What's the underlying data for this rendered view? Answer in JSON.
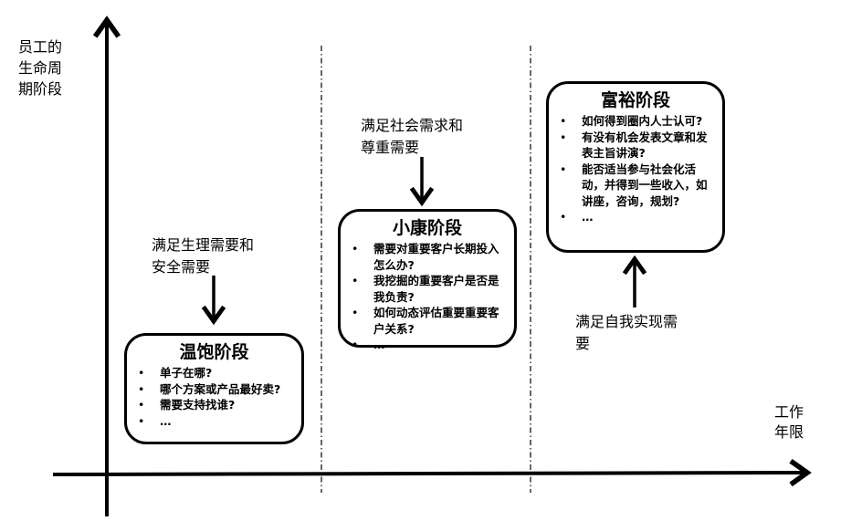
{
  "title": "员工的生命周期阶段与需求",
  "axes": {
    "y_label_lines": [
      "员工的",
      "生命周",
      "期阶段"
    ],
    "x_label_lines": [
      "工作",
      "年限"
    ]
  },
  "stages": [
    {
      "name": "温饱阶段",
      "need_lines": [
        "满足生理需要和",
        "安全需要"
      ],
      "need_arrow": "down",
      "items": [
        {
          "bullet": "•",
          "text": "单子在哪?"
        },
        {
          "bullet": "•",
          "text": "哪个方案或产品最好卖?"
        },
        {
          "bullet": "•",
          "text": "需要支持找谁?"
        },
        {
          "bullet": "•",
          "text": "…"
        }
      ]
    },
    {
      "name": "小康阶段",
      "need_lines": [
        "满足社会需求和",
        "尊重需要"
      ],
      "need_arrow": "down",
      "items": [
        {
          "bullet": "•",
          "text": "需要对重要客户长期投入怎么办?"
        },
        {
          "bullet": "•",
          "text": "我挖掘的重要客户是否是我负责?"
        },
        {
          "bullet": "•",
          "text": "如何动态评估重要重要客户关系?"
        },
        {
          "bullet": "•",
          "text": "…"
        }
      ]
    },
    {
      "name": "富裕阶段",
      "need_lines": [
        "满足自我实现需",
        "要"
      ],
      "need_arrow": "up",
      "items": [
        {
          "bullet": "•",
          "text": "如何得到圈内人士认可?"
        },
        {
          "bullet": "•",
          "text": "有没有机会发表文章和发表主旨讲演?"
        },
        {
          "bullet": "•",
          "text": "能否适当参与社会化活动，并得到一些收入，如讲座，咨询，规划?"
        },
        {
          "bullet": "•",
          "text": "…"
        }
      ]
    }
  ],
  "colors": {
    "line": "#000000",
    "background": "#ffffff"
  }
}
